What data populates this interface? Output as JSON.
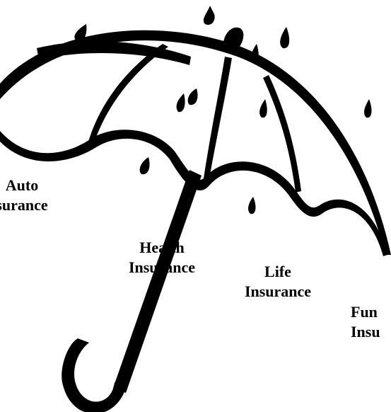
{
  "labels": {
    "auto": {
      "line1": "Auto",
      "line2": "surance"
    },
    "health": {
      "line1": "Health",
      "line2": "Insurance"
    },
    "life": {
      "line1": "Life",
      "line2": "Insurance"
    },
    "funeral": {
      "line1": "Fun",
      "line2": "Insu"
    }
  },
  "colors": {
    "ink": "#000000",
    "background": "#ffffff"
  },
  "icons": [
    "umbrella-icon",
    "raindrop-icon"
  ]
}
